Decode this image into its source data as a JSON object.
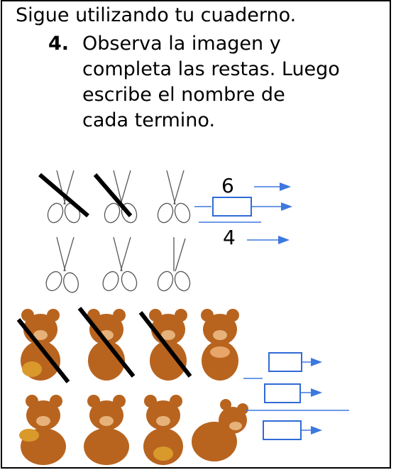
{
  "instructions": {
    "intro": "Sigue utilizando tu cuaderno.",
    "item_number": "4.",
    "item_lines": [
      "Observa la imagen y",
      "completa las restas. Luego",
      "escribe el nombre de",
      "cada termino."
    ]
  },
  "exercise_scissors": {
    "minuend": "6",
    "difference": "4",
    "minus_sign": "—",
    "icon": "scissors-icon",
    "total_items": 6,
    "crossed_items": 2
  },
  "exercise_bears": {
    "minus_sign": "—",
    "icon": "bear-icon",
    "total_items": 8,
    "crossed_items": 3
  },
  "colors": {
    "arrow": "#3d78e0",
    "box_border": "#2f6bd6",
    "bear": "#b8641f"
  }
}
